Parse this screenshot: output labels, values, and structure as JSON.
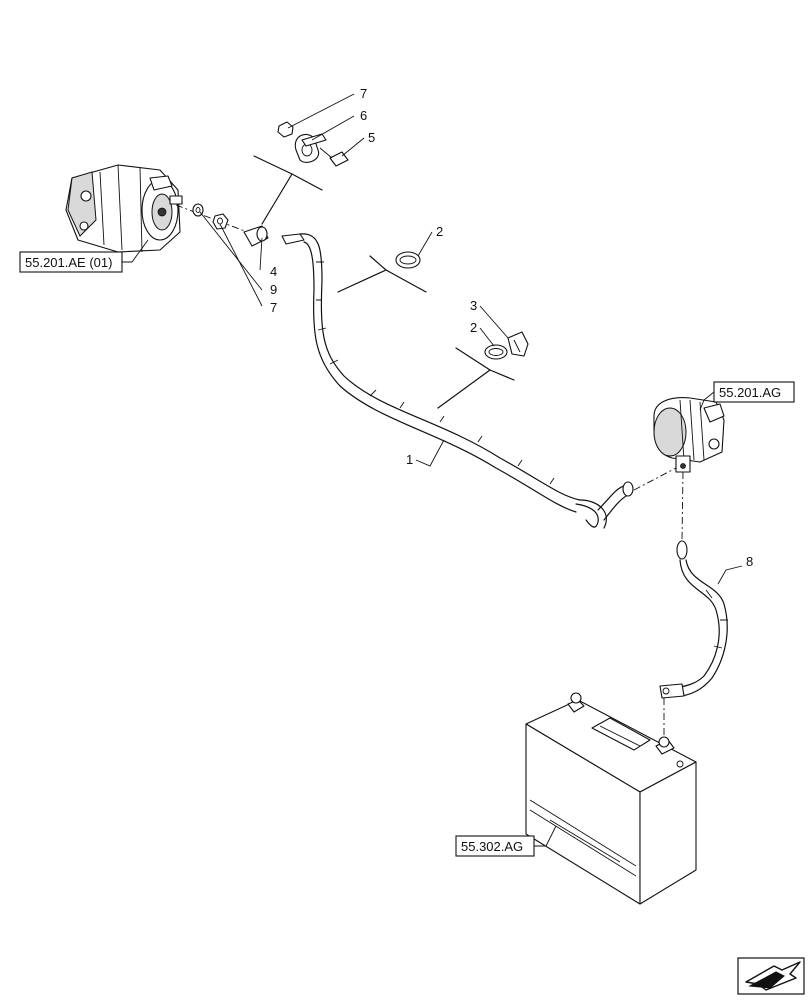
{
  "callouts": {
    "c7_top": "7",
    "c6": "6",
    "c5": "5",
    "c2_top": "2",
    "c3": "3",
    "c2_mid": "2",
    "c4": "4",
    "c9": "9",
    "c7_bottom": "7",
    "c1": "1",
    "c8": "8"
  },
  "references": {
    "starter": "55.201.AE (01)",
    "alternator": "55.201.AG",
    "battery": "55.302.AG"
  },
  "icons": {
    "direction": "arrow-pointer-icon"
  }
}
